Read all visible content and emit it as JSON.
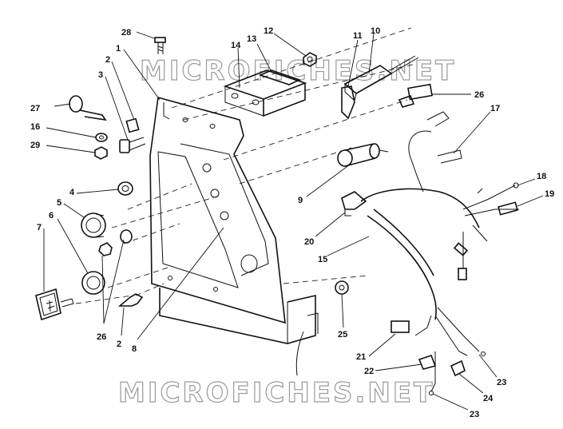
{
  "watermark": {
    "top": "MICROFICHES.NET",
    "bottom": "MICROFICHES.NET"
  },
  "callouts": {
    "c1": "1",
    "c2a": "2",
    "c2b": "2",
    "c3": "3",
    "c4": "4",
    "c5": "5",
    "c6": "6",
    "c7": "7",
    "c8": "8",
    "c9": "9",
    "c10": "10",
    "c11": "11",
    "c12": "12",
    "c13": "13",
    "c14": "14",
    "c15": "15",
    "c16": "16",
    "c17": "17",
    "c18": "18",
    "c19": "19",
    "c20": "20",
    "c21": "21",
    "c22": "22",
    "c23a": "23",
    "c23b": "23",
    "c24": "24",
    "c25": "25",
    "c26a": "26",
    "c26b": "26",
    "c27": "27",
    "c28": "28",
    "c29": "29"
  },
  "colors": {
    "ink": "#111111",
    "watermark_outline": "#9a9a9a",
    "background": "#ffffff"
  }
}
